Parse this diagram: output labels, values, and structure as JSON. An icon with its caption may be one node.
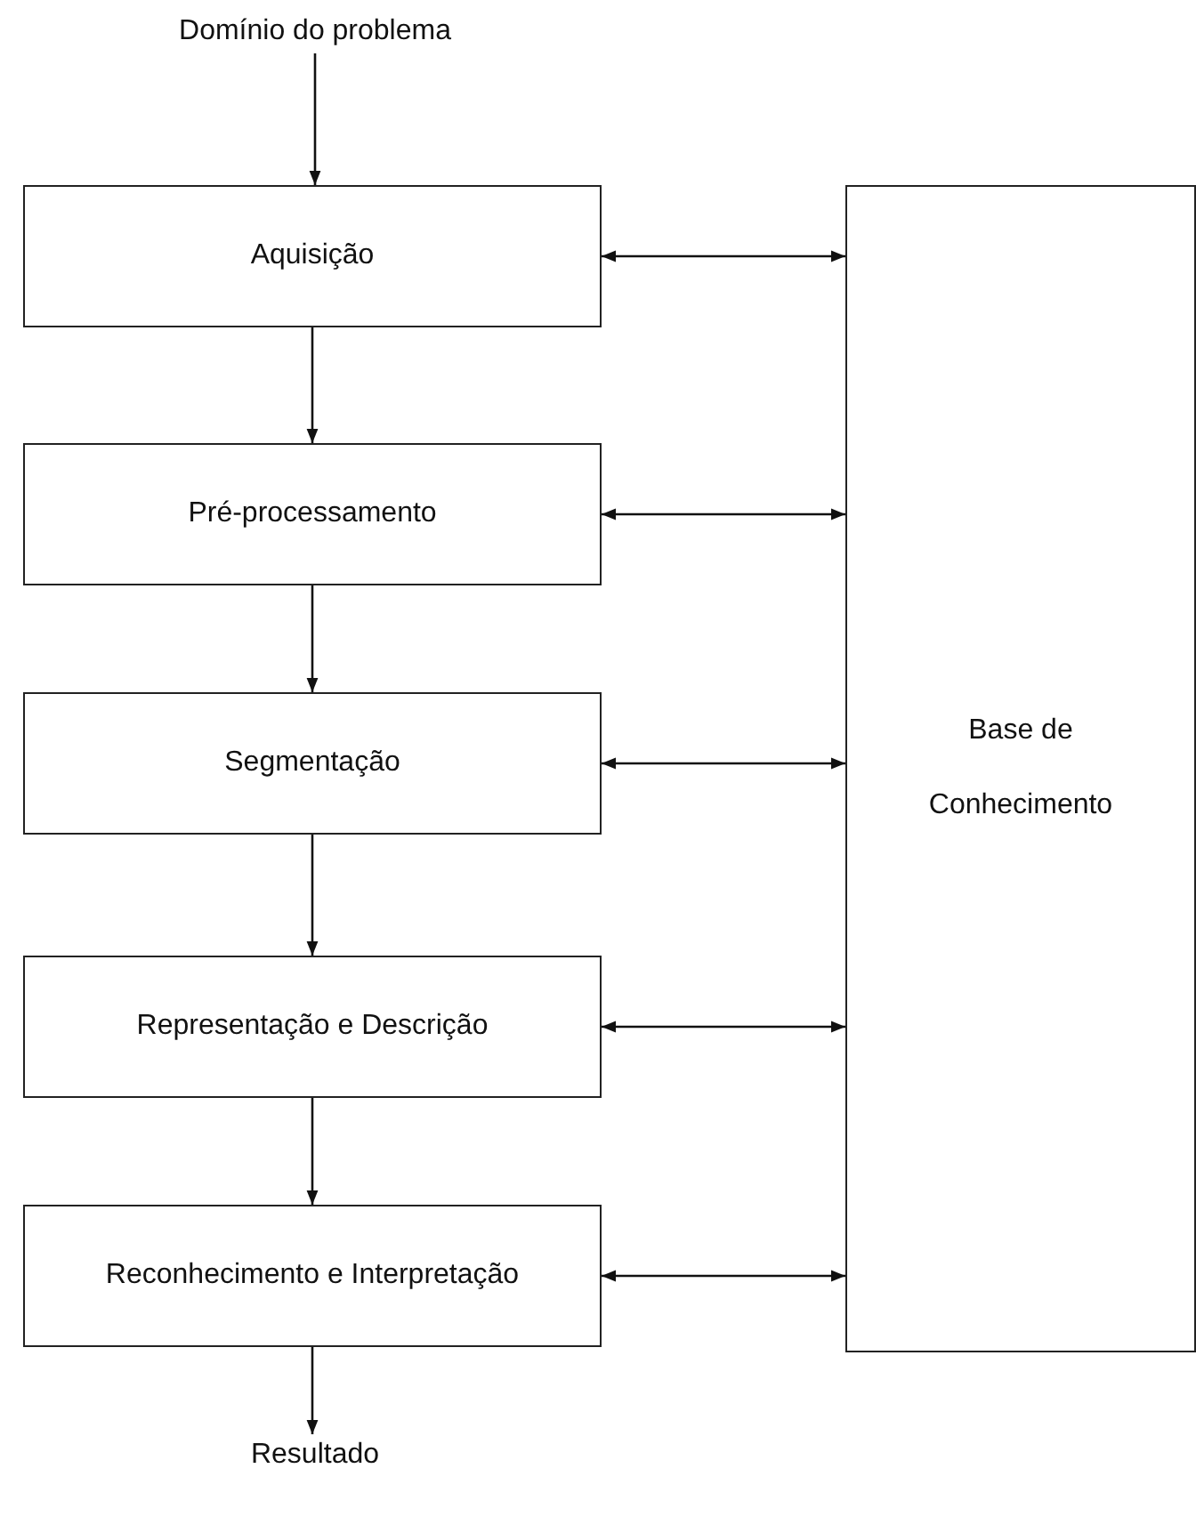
{
  "diagram": {
    "nodes": [
      {
        "text": [
          "Domínio do problema"
        ]
      },
      {
        "text": [
          "Aquisição"
        ]
      },
      {
        "text": [
          "Pré-processamento"
        ]
      },
      {
        "text": [
          "Segmentação"
        ]
      },
      {
        "text": [
          "Representação e Descrição"
        ]
      },
      {
        "text": [
          "Reconhecimento e Interpretação"
        ]
      },
      {
        "text": [
          "Base de Conhecimento"
        ]
      },
      {
        "text": [
          "Resultado"
        ]
      }
    ],
    "edges": [
      {
        "from": 0,
        "to": 1,
        "arrow": "to"
      },
      {
        "from": 1,
        "to": 2,
        "arrow": "to"
      },
      {
        "from": 2,
        "to": 3,
        "arrow": "to"
      },
      {
        "from": 3,
        "to": 4,
        "arrow": "to"
      },
      {
        "from": 4,
        "to": 5,
        "arrow": "to"
      },
      {
        "from": 5,
        "to": 7,
        "arrow": "to"
      },
      {
        "from": 1,
        "to": 6,
        "arrow": "both"
      },
      {
        "from": 2,
        "to": 6,
        "arrow": "both"
      },
      {
        "from": 3,
        "to": 6,
        "arrow": "both"
      },
      {
        "from": 4,
        "to": 6,
        "arrow": "both"
      },
      {
        "from": 5,
        "to": 6,
        "arrow": "both"
      }
    ]
  }
}
